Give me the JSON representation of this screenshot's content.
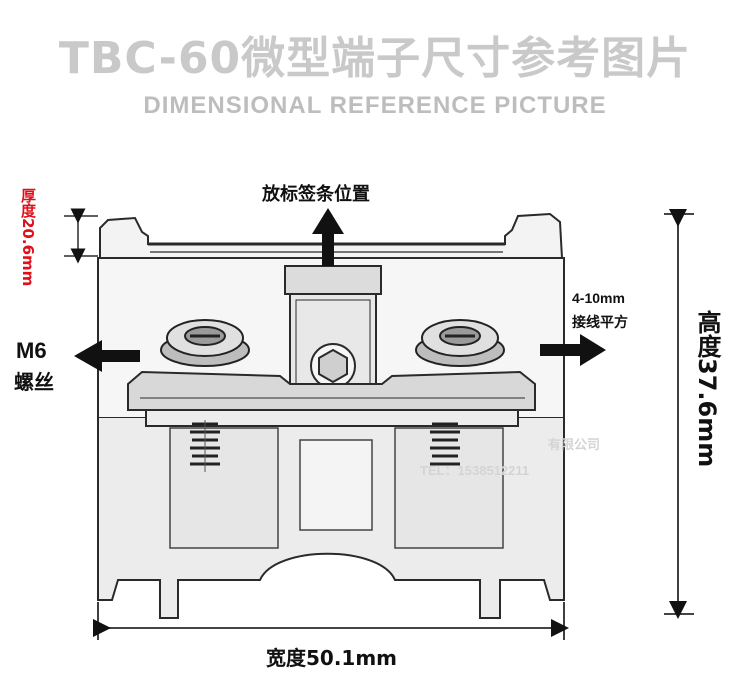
{
  "title": {
    "cn": "TBC-60微型端子尺寸参考图片",
    "en": "DIMENSIONAL REFERENCE PICTURE"
  },
  "labels": {
    "label_position": "放标签条位置",
    "thickness": "厚度20.6mm",
    "screw_size": "M6",
    "screw_thread": "螺丝",
    "wire_range": "4-10mm",
    "wire_unit": "接线平方",
    "height": "高度37.6mm",
    "width": "宽度50.1mm"
  },
  "watermark": {
    "company": "有限公司",
    "phone": "TEL：1538512211"
  },
  "colors": {
    "title": "#c9c9c9",
    "thickness_label": "#e0101a",
    "arrow": "#111111",
    "line": "#2a2a2a"
  }
}
